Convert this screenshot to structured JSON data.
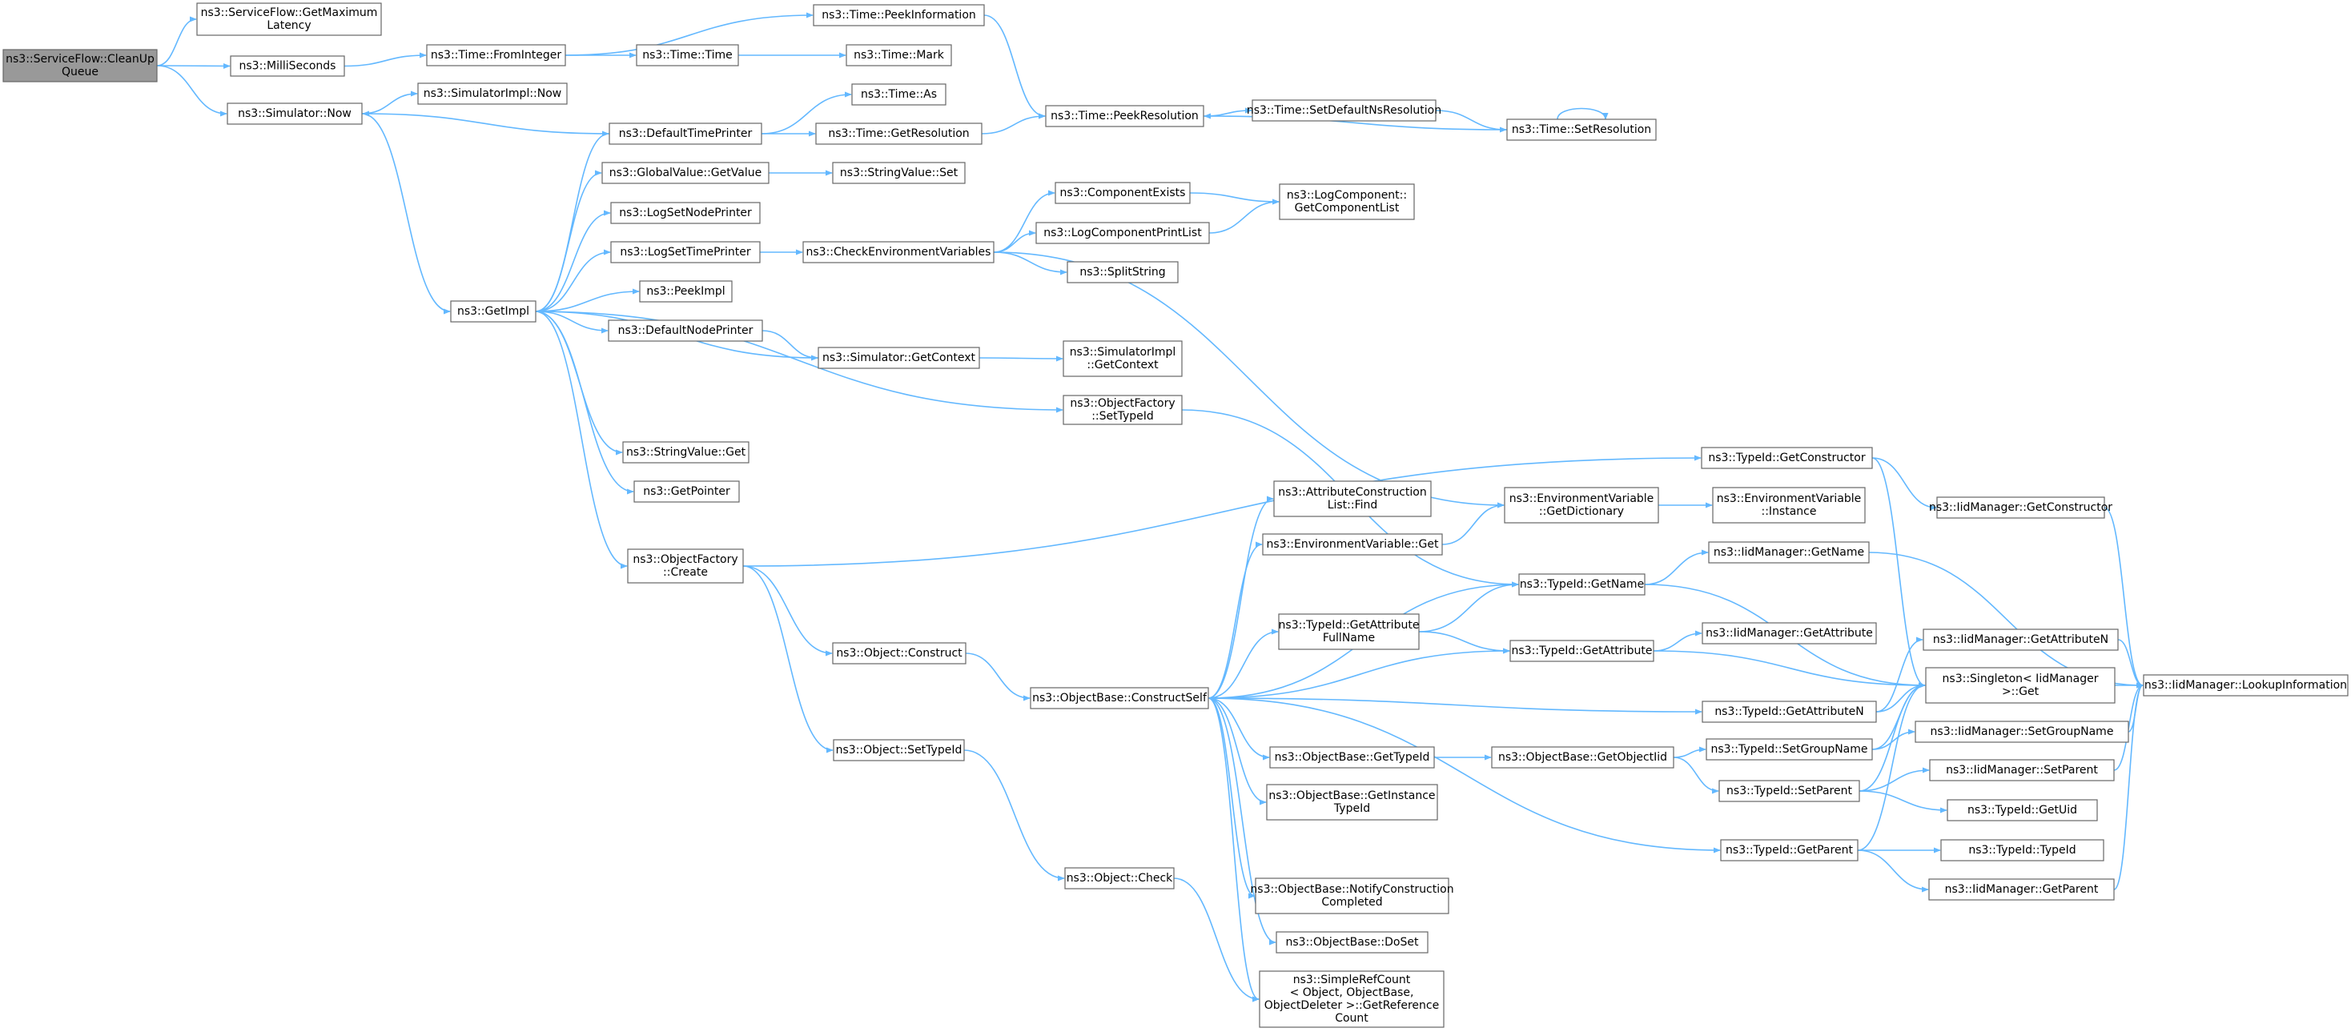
{
  "nodes": [
    {
      "id": "root",
      "lines": [
        "ns3::ServiceFlow::CleanUp",
        "Queue"
      ],
      "root": true
    },
    {
      "id": "sfmaxlat",
      "lines": [
        "ns3::ServiceFlow::GetMaximum",
        "Latency"
      ]
    },
    {
      "id": "milli",
      "lines": [
        "ns3::MilliSeconds"
      ]
    },
    {
      "id": "simnow",
      "lines": [
        "ns3::Simulator::Now"
      ]
    },
    {
      "id": "fromint",
      "lines": [
        "ns3::Time::FromInteger"
      ]
    },
    {
      "id": "peekinfo",
      "lines": [
        "ns3::Time::PeekInformation"
      ]
    },
    {
      "id": "timetime",
      "lines": [
        "ns3::Time::Time"
      ]
    },
    {
      "id": "timemark",
      "lines": [
        "ns3::Time::Mark"
      ]
    },
    {
      "id": "simimplnow",
      "lines": [
        "ns3::SimulatorImpl::Now"
      ]
    },
    {
      "id": "timeas",
      "lines": [
        "ns3::Time::As"
      ]
    },
    {
      "id": "deftimeprinter",
      "lines": [
        "ns3::DefaultTimePrinter"
      ]
    },
    {
      "id": "getres",
      "lines": [
        "ns3::Time::GetResolution"
      ]
    },
    {
      "id": "peekres",
      "lines": [
        "ns3::Time::PeekResolution"
      ]
    },
    {
      "id": "setdefns",
      "lines": [
        "ns3::Time::SetDefaultNsResolution"
      ]
    },
    {
      "id": "setres",
      "lines": [
        "ns3::Time::SetResolution"
      ]
    },
    {
      "id": "gvgetvalue",
      "lines": [
        "ns3::GlobalValue::GetValue"
      ]
    },
    {
      "id": "strvalset",
      "lines": [
        "ns3::StringValue::Set"
      ]
    },
    {
      "id": "logsetnode",
      "lines": [
        "ns3::LogSetNodePrinter"
      ]
    },
    {
      "id": "logsettime",
      "lines": [
        "ns3::LogSetTimePrinter"
      ]
    },
    {
      "id": "checkenv",
      "lines": [
        "ns3::CheckEnvironmentVariables"
      ]
    },
    {
      "id": "compexists",
      "lines": [
        "ns3::ComponentExists"
      ]
    },
    {
      "id": "getcomplist",
      "lines": [
        "ns3::LogComponent::",
        "GetComponentList"
      ]
    },
    {
      "id": "logcompprint",
      "lines": [
        "ns3::LogComponentPrintList"
      ]
    },
    {
      "id": "splitstring",
      "lines": [
        "ns3::SplitString"
      ]
    },
    {
      "id": "getimpl",
      "lines": [
        "ns3::GetImpl"
      ]
    },
    {
      "id": "peekimpl",
      "lines": [
        "ns3::PeekImpl"
      ]
    },
    {
      "id": "defnodeprinter",
      "lines": [
        "ns3::DefaultNodePrinter"
      ]
    },
    {
      "id": "simgetctx",
      "lines": [
        "ns3::Simulator::GetContext"
      ]
    },
    {
      "id": "simimplgetctx",
      "lines": [
        "ns3::SimulatorImpl",
        "::GetContext"
      ]
    },
    {
      "id": "objfactsettid",
      "lines": [
        "ns3::ObjectFactory",
        "::SetTypeId"
      ]
    },
    {
      "id": "strvalget",
      "lines": [
        "ns3::StringValue::Get"
      ]
    },
    {
      "id": "getpointer",
      "lines": [
        "ns3::GetPointer"
      ]
    },
    {
      "id": "objfactcreate",
      "lines": [
        "ns3::ObjectFactory",
        "::Create"
      ]
    },
    {
      "id": "tidgetctor",
      "lines": [
        "ns3::TypeId::GetConstructor"
      ]
    },
    {
      "id": "iidgetctor",
      "lines": [
        "ns3::IidManager::GetConstructor"
      ]
    },
    {
      "id": "attrconsfind",
      "lines": [
        "ns3::AttributeConstruction",
        "List::Find"
      ]
    },
    {
      "id": "envgetdict",
      "lines": [
        "ns3::EnvironmentVariable",
        "::GetDictionary"
      ]
    },
    {
      "id": "envinstance",
      "lines": [
        "ns3::EnvironmentVariable",
        "::Instance"
      ]
    },
    {
      "id": "envget",
      "lines": [
        "ns3::EnvironmentVariable::Get"
      ]
    },
    {
      "id": "tidgetname",
      "lines": [
        "ns3::TypeId::GetName"
      ]
    },
    {
      "id": "iidgetname",
      "lines": [
        "ns3::IidManager::GetName"
      ]
    },
    {
      "id": "tidgetattrfull",
      "lines": [
        "ns3::TypeId::GetAttribute",
        "FullName"
      ]
    },
    {
      "id": "tidgetattr",
      "lines": [
        "ns3::TypeId::GetAttribute"
      ]
    },
    {
      "id": "iidgetattr",
      "lines": [
        "ns3::IidManager::GetAttribute"
      ]
    },
    {
      "id": "iidgetattrn",
      "lines": [
        "ns3::IidManager::GetAttributeN"
      ]
    },
    {
      "id": "objconstruct",
      "lines": [
        "ns3::Object::Construct"
      ]
    },
    {
      "id": "objbaseconsself",
      "lines": [
        "ns3::ObjectBase::ConstructSelf"
      ]
    },
    {
      "id": "singletonget",
      "lines": [
        "ns3::Singleton< IidManager",
        ">::Get"
      ]
    },
    {
      "id": "tidgetattrn",
      "lines": [
        "ns3::TypeId::GetAttributeN"
      ]
    },
    {
      "id": "iidlookup",
      "lines": [
        "ns3::IidManager::LookupInformation"
      ]
    },
    {
      "id": "objbasegettid",
      "lines": [
        "ns3::ObjectBase::GetTypeId"
      ]
    },
    {
      "id": "objbasegetoiid",
      "lines": [
        "ns3::ObjectBase::GetObjectIid"
      ]
    },
    {
      "id": "tidsetgroup",
      "lines": [
        "ns3::TypeId::SetGroupName"
      ]
    },
    {
      "id": "iidsetgroup",
      "lines": [
        "ns3::IidManager::SetGroupName"
      ]
    },
    {
      "id": "objsettid",
      "lines": [
        "ns3::Object::SetTypeId"
      ]
    },
    {
      "id": "tidsetparent",
      "lines": [
        "ns3::TypeId::SetParent"
      ]
    },
    {
      "id": "iidsetparent",
      "lines": [
        "ns3::IidManager::SetParent"
      ]
    },
    {
      "id": "objbasegetinst",
      "lines": [
        "ns3::ObjectBase::GetInstance",
        "TypeId"
      ]
    },
    {
      "id": "tidgetuid",
      "lines": [
        "ns3::TypeId::GetUid"
      ]
    },
    {
      "id": "tidgetparent",
      "lines": [
        "ns3::TypeId::GetParent"
      ]
    },
    {
      "id": "tidtypeid",
      "lines": [
        "ns3::TypeId::TypeId"
      ]
    },
    {
      "id": "objcheck",
      "lines": [
        "ns3::Object::Check"
      ]
    },
    {
      "id": "iidgetparent",
      "lines": [
        "ns3::IidManager::GetParent"
      ]
    },
    {
      "id": "objbasenotify",
      "lines": [
        "ns3::ObjectBase::NotifyConstruction",
        "Completed"
      ]
    },
    {
      "id": "objbasedoset",
      "lines": [
        "ns3::ObjectBase::DoSet"
      ]
    },
    {
      "id": "simplerefcount",
      "lines": [
        "ns3::SimpleRefCount",
        "< Object, ObjectBase,",
        "ObjectDeleter >::GetReference",
        "Count"
      ]
    }
  ],
  "edges": [
    [
      "root",
      "sfmaxlat"
    ],
    [
      "root",
      "milli"
    ],
    [
      "root",
      "simnow"
    ],
    [
      "milli",
      "fromint"
    ],
    [
      "fromint",
      "peekinfo"
    ],
    [
      "fromint",
      "timetime"
    ],
    [
      "timetime",
      "timemark"
    ],
    [
      "peekinfo",
      "peekres"
    ],
    [
      "simnow",
      "simimplnow"
    ],
    [
      "simnow",
      "getimpl"
    ],
    [
      "deftimeprinter",
      "simnow"
    ],
    [
      "deftimeprinter",
      "timeas"
    ],
    [
      "deftimeprinter",
      "getres"
    ],
    [
      "getres",
      "peekres"
    ],
    [
      "peekres",
      "setdefns"
    ],
    [
      "setdefns",
      "setres"
    ],
    [
      "setres",
      "peekres"
    ],
    [
      "setres",
      "setres"
    ],
    [
      "getimpl",
      "deftimeprinter"
    ],
    [
      "getimpl",
      "gvgetvalue"
    ],
    [
      "getimpl",
      "logsetnode"
    ],
    [
      "getimpl",
      "logsettime"
    ],
    [
      "getimpl",
      "peekimpl"
    ],
    [
      "getimpl",
      "defnodeprinter"
    ],
    [
      "getimpl",
      "objfactsettid"
    ],
    [
      "getimpl",
      "strvalget"
    ],
    [
      "getimpl",
      "getpointer"
    ],
    [
      "getimpl",
      "objfactcreate"
    ],
    [
      "gvgetvalue",
      "strvalset"
    ],
    [
      "logsettime",
      "checkenv"
    ],
    [
      "checkenv",
      "compexists"
    ],
    [
      "checkenv",
      "logcompprint"
    ],
    [
      "checkenv",
      "splitstring"
    ],
    [
      "checkenv",
      "envgetdict"
    ],
    [
      "compexists",
      "getcomplist"
    ],
    [
      "logcompprint",
      "getcomplist"
    ],
    [
      "defnodeprinter",
      "simgetctx"
    ],
    [
      "simgetctx",
      "simimplgetctx"
    ],
    [
      "simgetctx",
      "getimpl"
    ],
    [
      "objfactsettid",
      "tidgetname"
    ],
    [
      "objfactcreate",
      "tidgetctor"
    ],
    [
      "objfactcreate",
      "objconstruct"
    ],
    [
      "objfactcreate",
      "objsettid"
    ],
    [
      "tidgetctor",
      "iidgetctor"
    ],
    [
      "tidgetctor",
      "singletonget"
    ],
    [
      "iidgetctor",
      "iidlookup"
    ],
    [
      "envgetdict",
      "envinstance"
    ],
    [
      "envget",
      "envgetdict"
    ],
    [
      "tidgetname",
      "iidgetname"
    ],
    [
      "tidgetname",
      "singletonget"
    ],
    [
      "iidgetname",
      "iidlookup"
    ],
    [
      "tidgetattrfull",
      "tidgetname"
    ],
    [
      "tidgetattrfull",
      "tidgetattr"
    ],
    [
      "tidgetattr",
      "iidgetattr"
    ],
    [
      "tidgetattr",
      "singletonget"
    ],
    [
      "objconstruct",
      "objbaseconsself"
    ],
    [
      "objbaseconsself",
      "attrconsfind"
    ],
    [
      "objbaseconsself",
      "envget"
    ],
    [
      "objbaseconsself",
      "tidgetname"
    ],
    [
      "objbaseconsself",
      "tidgetattrfull"
    ],
    [
      "objbaseconsself",
      "tidgetattr"
    ],
    [
      "objbaseconsself",
      "tidgetattrn"
    ],
    [
      "objbaseconsself",
      "objbasegettid"
    ],
    [
      "objbaseconsself",
      "objbasegetinst"
    ],
    [
      "objbaseconsself",
      "tidgetparent"
    ],
    [
      "objbaseconsself",
      "objbasenotify"
    ],
    [
      "objbaseconsself",
      "objbasedoset"
    ],
    [
      "objbaseconsself",
      "simplerefcount"
    ],
    [
      "tidgetattrn",
      "iidgetattrn"
    ],
    [
      "tidgetattrn",
      "singletonget"
    ],
    [
      "iidgetattrn",
      "iidlookup"
    ],
    [
      "singletonget",
      "iidlookup"
    ],
    [
      "objbasegettid",
      "objbasegetoiid"
    ],
    [
      "objbasegetoiid",
      "tidsetgroup"
    ],
    [
      "objbasegetoiid",
      "tidsetparent"
    ],
    [
      "tidsetgroup",
      "iidsetgroup"
    ],
    [
      "tidsetgroup",
      "singletonget"
    ],
    [
      "iidsetgroup",
      "iidlookup"
    ],
    [
      "tidsetparent",
      "iidsetparent"
    ],
    [
      "tidsetparent",
      "tidgetuid"
    ],
    [
      "tidsetparent",
      "singletonget"
    ],
    [
      "iidsetparent",
      "iidlookup"
    ],
    [
      "tidgetparent",
      "tidtypeid"
    ],
    [
      "tidgetparent",
      "iidgetparent"
    ],
    [
      "tidgetparent",
      "singletonget"
    ],
    [
      "iidgetparent",
      "iidlookup"
    ],
    [
      "objsettid",
      "objcheck"
    ],
    [
      "objcheck",
      "simplerefcount"
    ]
  ],
  "colors": {
    "edge": "#63b8ff",
    "node_border": "#666666",
    "root_fill": "#999999"
  }
}
